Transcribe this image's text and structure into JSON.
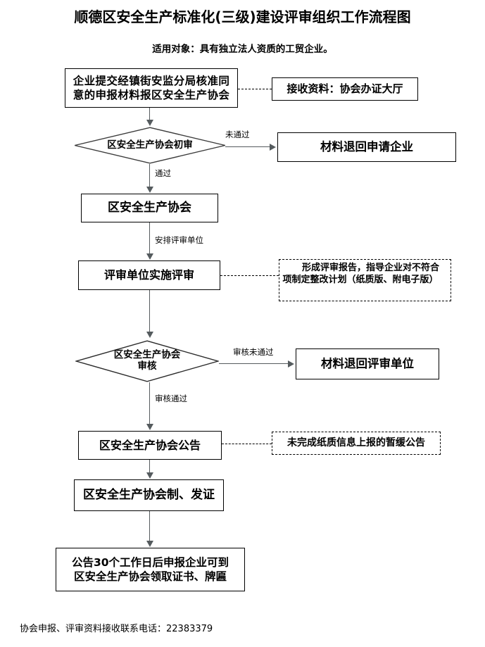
{
  "header": {
    "title": "顺德区安全生产标准化(三级)建设评审组织工作流程图",
    "subtitle": "适用对象：具有独立法人资质的工贸企业。"
  },
  "footer": {
    "contact": "协会申报、评审资料接收联系电话：22383379"
  },
  "colors": {
    "stroke": "#000000",
    "connector": "#555b5e",
    "background": "#ffffff"
  },
  "nodes": {
    "submit": {
      "line1": "企业提交经镇街安监分局核准同",
      "line2": "意的申报材料报区安全生产协会",
      "shape": "rect",
      "border": "solid"
    },
    "side_receive": {
      "label": "接收资料：协会办证大厅",
      "shape": "rect",
      "border": "solid"
    },
    "first_review": {
      "label": "区安全生产协会初审",
      "shape": "diamond"
    },
    "return_enterprise": {
      "label": "材料退回申请企业",
      "shape": "rect",
      "border": "solid"
    },
    "association": {
      "label": "区安全生产协会",
      "shape": "rect",
      "border": "solid"
    },
    "review_unit": {
      "label": "评审单位实施评审",
      "shape": "rect",
      "border": "solid"
    },
    "side_report": {
      "line1": "形成评审报告，指导企业对不符合",
      "line2": "项制定整改计划（纸质版、附电子版）",
      "shape": "rect",
      "border": "dashed"
    },
    "second_review": {
      "line1": "区安全生产协会",
      "line2": "审核",
      "shape": "diamond"
    },
    "return_review_unit": {
      "label": "材料退回评审单位",
      "shape": "rect",
      "border": "solid"
    },
    "notice": {
      "label": "区安全生产协会公告",
      "shape": "rect",
      "border": "solid"
    },
    "side_pending": {
      "label": "未完成纸质信息上报的暂缓公告",
      "shape": "rect",
      "border": "dashed"
    },
    "issue_cert": {
      "label": "区安全生产协会制、发证",
      "shape": "rect",
      "border": "solid"
    },
    "collect_cert": {
      "line1": "公告30个工作日后申报企业可到",
      "line2": "区安全生产协会领取证书、牌匾",
      "shape": "rect",
      "border": "solid"
    }
  },
  "edge_labels": {
    "first_fail": "未通过",
    "first_pass": "通过",
    "assign_unit": "安排评审单位",
    "second_fail": "审核未通过",
    "second_pass": "审核通过"
  }
}
